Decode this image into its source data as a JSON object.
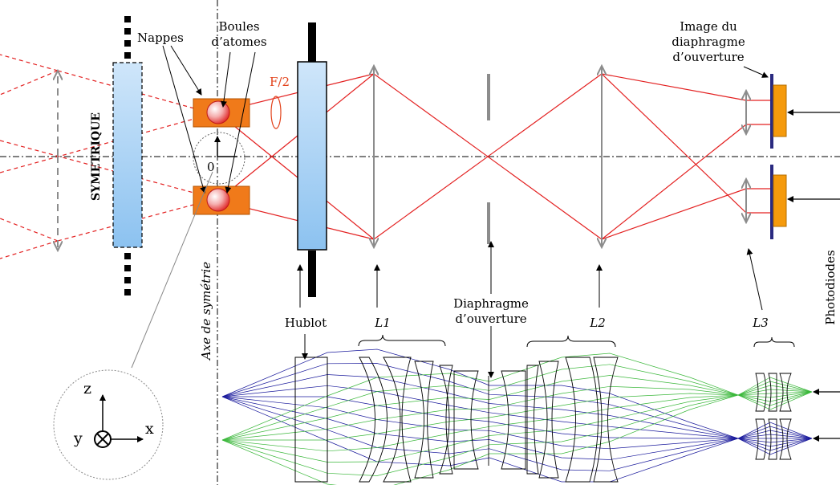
{
  "labels": {
    "nappes": "Nappes",
    "boules_line1": "Boules",
    "boules_line2": "d’atomes",
    "f_number": "F/2",
    "origin": "0",
    "symetrique": "SYMETRIQUE",
    "axe_symetrie": "Axe de symétrie",
    "image_line1": "Image du",
    "image_line2": "diaphragme",
    "image_line3": "d’ouverture",
    "photodiodes": "Photodiodes",
    "hublot": "Hublot",
    "l1": "L1",
    "diaphragme_line1": "Diaphragme",
    "diaphragme_line2": "d’ouverture",
    "l2": "L2",
    "l3": "L3",
    "axis_z": "z",
    "axis_y": "y",
    "axis_x": "x"
  },
  "colors": {
    "ray_red": "#e32020",
    "ray_blue": "#1a1a9c",
    "ray_green": "#3cb83c",
    "window_blue": "#a9d3f5",
    "cell_orange": "#f07a1a",
    "f_label": "#e2421a",
    "lens_gray": "#8c8c8c",
    "photodiode_orange": "#f59a0c",
    "bar_navy": "#2a2a80"
  },
  "icons": [
    "double-arrow-lens-icon",
    "atom-sphere-icon",
    "coordinate-axes-icon"
  ]
}
